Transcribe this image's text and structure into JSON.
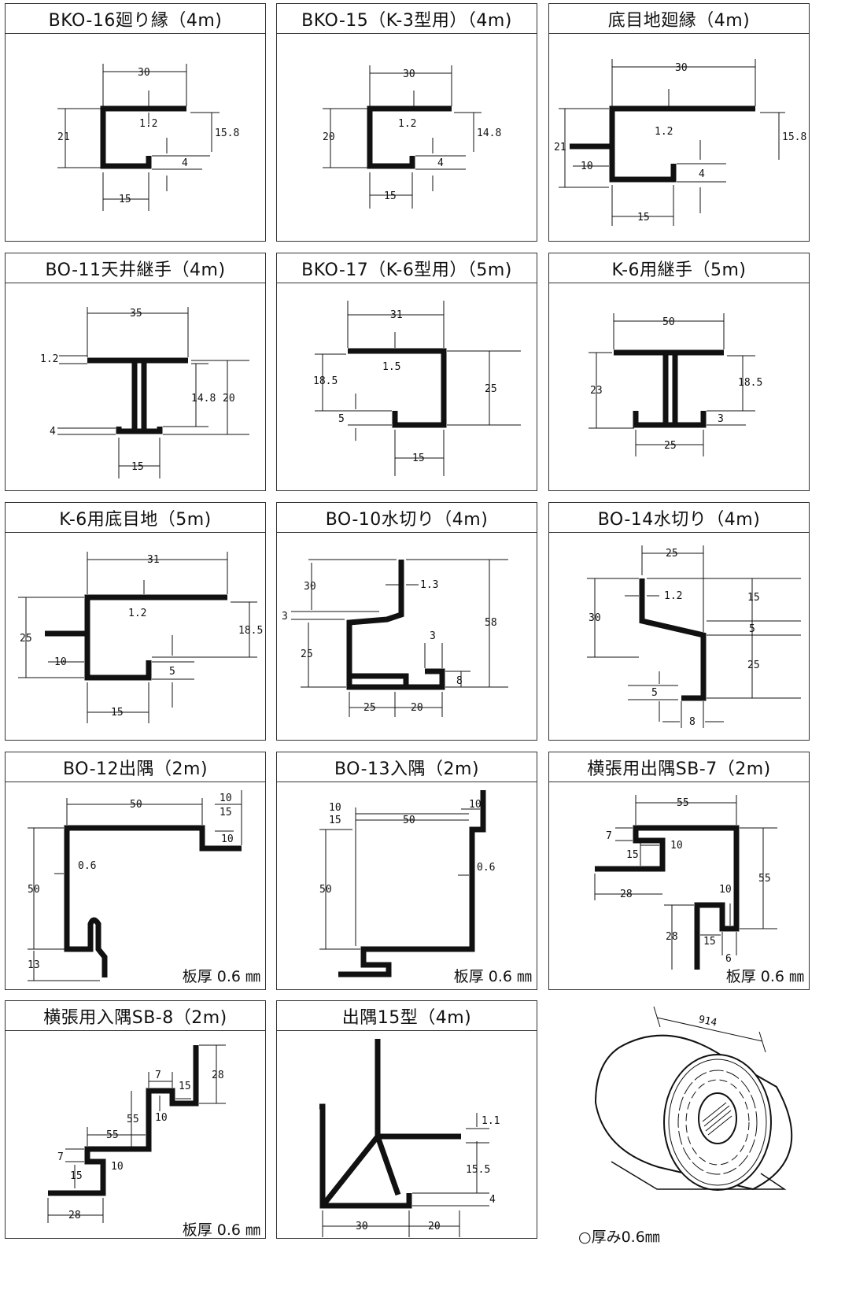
{
  "panels": [
    {
      "title": "BKO-16廻り縁（4m)",
      "dims": [
        "30",
        "21",
        "1.2",
        "15.8",
        "4",
        "15"
      ],
      "note": ""
    },
    {
      "title": "BKO-15（K-3型用）（4m)",
      "dims": [
        "30",
        "20",
        "1.2",
        "14.8",
        "4",
        "15"
      ],
      "note": ""
    },
    {
      "title": "底目地廻縁（4m)",
      "dims": [
        "30",
        "21",
        "1.2",
        "15.8",
        "10",
        "4",
        "15"
      ],
      "note": ""
    },
    {
      "title": "BO-11天井継手（4m)",
      "dims": [
        "35",
        "1.2",
        "14.8",
        "20",
        "4",
        "15"
      ],
      "note": ""
    },
    {
      "title": "BKO-17（K-6型用）（5m)",
      "dims": [
        "31",
        "1.5",
        "18.5",
        "25",
        "5",
        "15"
      ],
      "note": ""
    },
    {
      "title": "K-6用継手（5m)",
      "dims": [
        "50",
        "23",
        "18.5",
        "3",
        "25"
      ],
      "note": ""
    },
    {
      "title": "K-6用底目地（5m)",
      "dims": [
        "31",
        "25",
        "1.2",
        "18.5",
        "10",
        "5",
        "15"
      ],
      "note": ""
    },
    {
      "title": "BO-10水切り（4m)",
      "dims": [
        "30",
        "1.3",
        "3",
        "58",
        "25",
        "3",
        "8",
        "25",
        "20"
      ],
      "note": ""
    },
    {
      "title": "BO-14水切り（4m)",
      "dims": [
        "25",
        "1.2",
        "15",
        "30",
        "5",
        "25",
        "5",
        "8"
      ],
      "note": ""
    },
    {
      "title": "BO-12出隅（2m)",
      "dims": [
        "50",
        "10",
        "15",
        "10",
        "0.6",
        "50",
        "13"
      ],
      "note": "板厚 0.6 ㎜"
    },
    {
      "title": "BO-13入隅（2m)",
      "dims": [
        "10",
        "15",
        "50",
        "10",
        "0.6",
        "50"
      ],
      "note": "板厚 0.6 ㎜"
    },
    {
      "title": "横張用出隅SB-7（2m)",
      "dims": [
        "55",
        "7",
        "10",
        "15",
        "28",
        "55",
        "10",
        "28",
        "15",
        "6"
      ],
      "note": "板厚 0.6 ㎜"
    },
    {
      "title": "横張用入隅SB-8（2m)",
      "dims": [
        "7",
        "15",
        "28",
        "55",
        "10",
        "55",
        "7",
        "10",
        "15",
        "28"
      ],
      "note": "板厚 0.6 ㎜"
    },
    {
      "title": "出隅15型（4m)",
      "dims": [
        "1.1",
        "15.5",
        "4",
        "30",
        "20"
      ],
      "note": ""
    },
    {
      "title": "",
      "dims": [
        "914"
      ],
      "note": "○厚み0.6㎜"
    }
  ]
}
